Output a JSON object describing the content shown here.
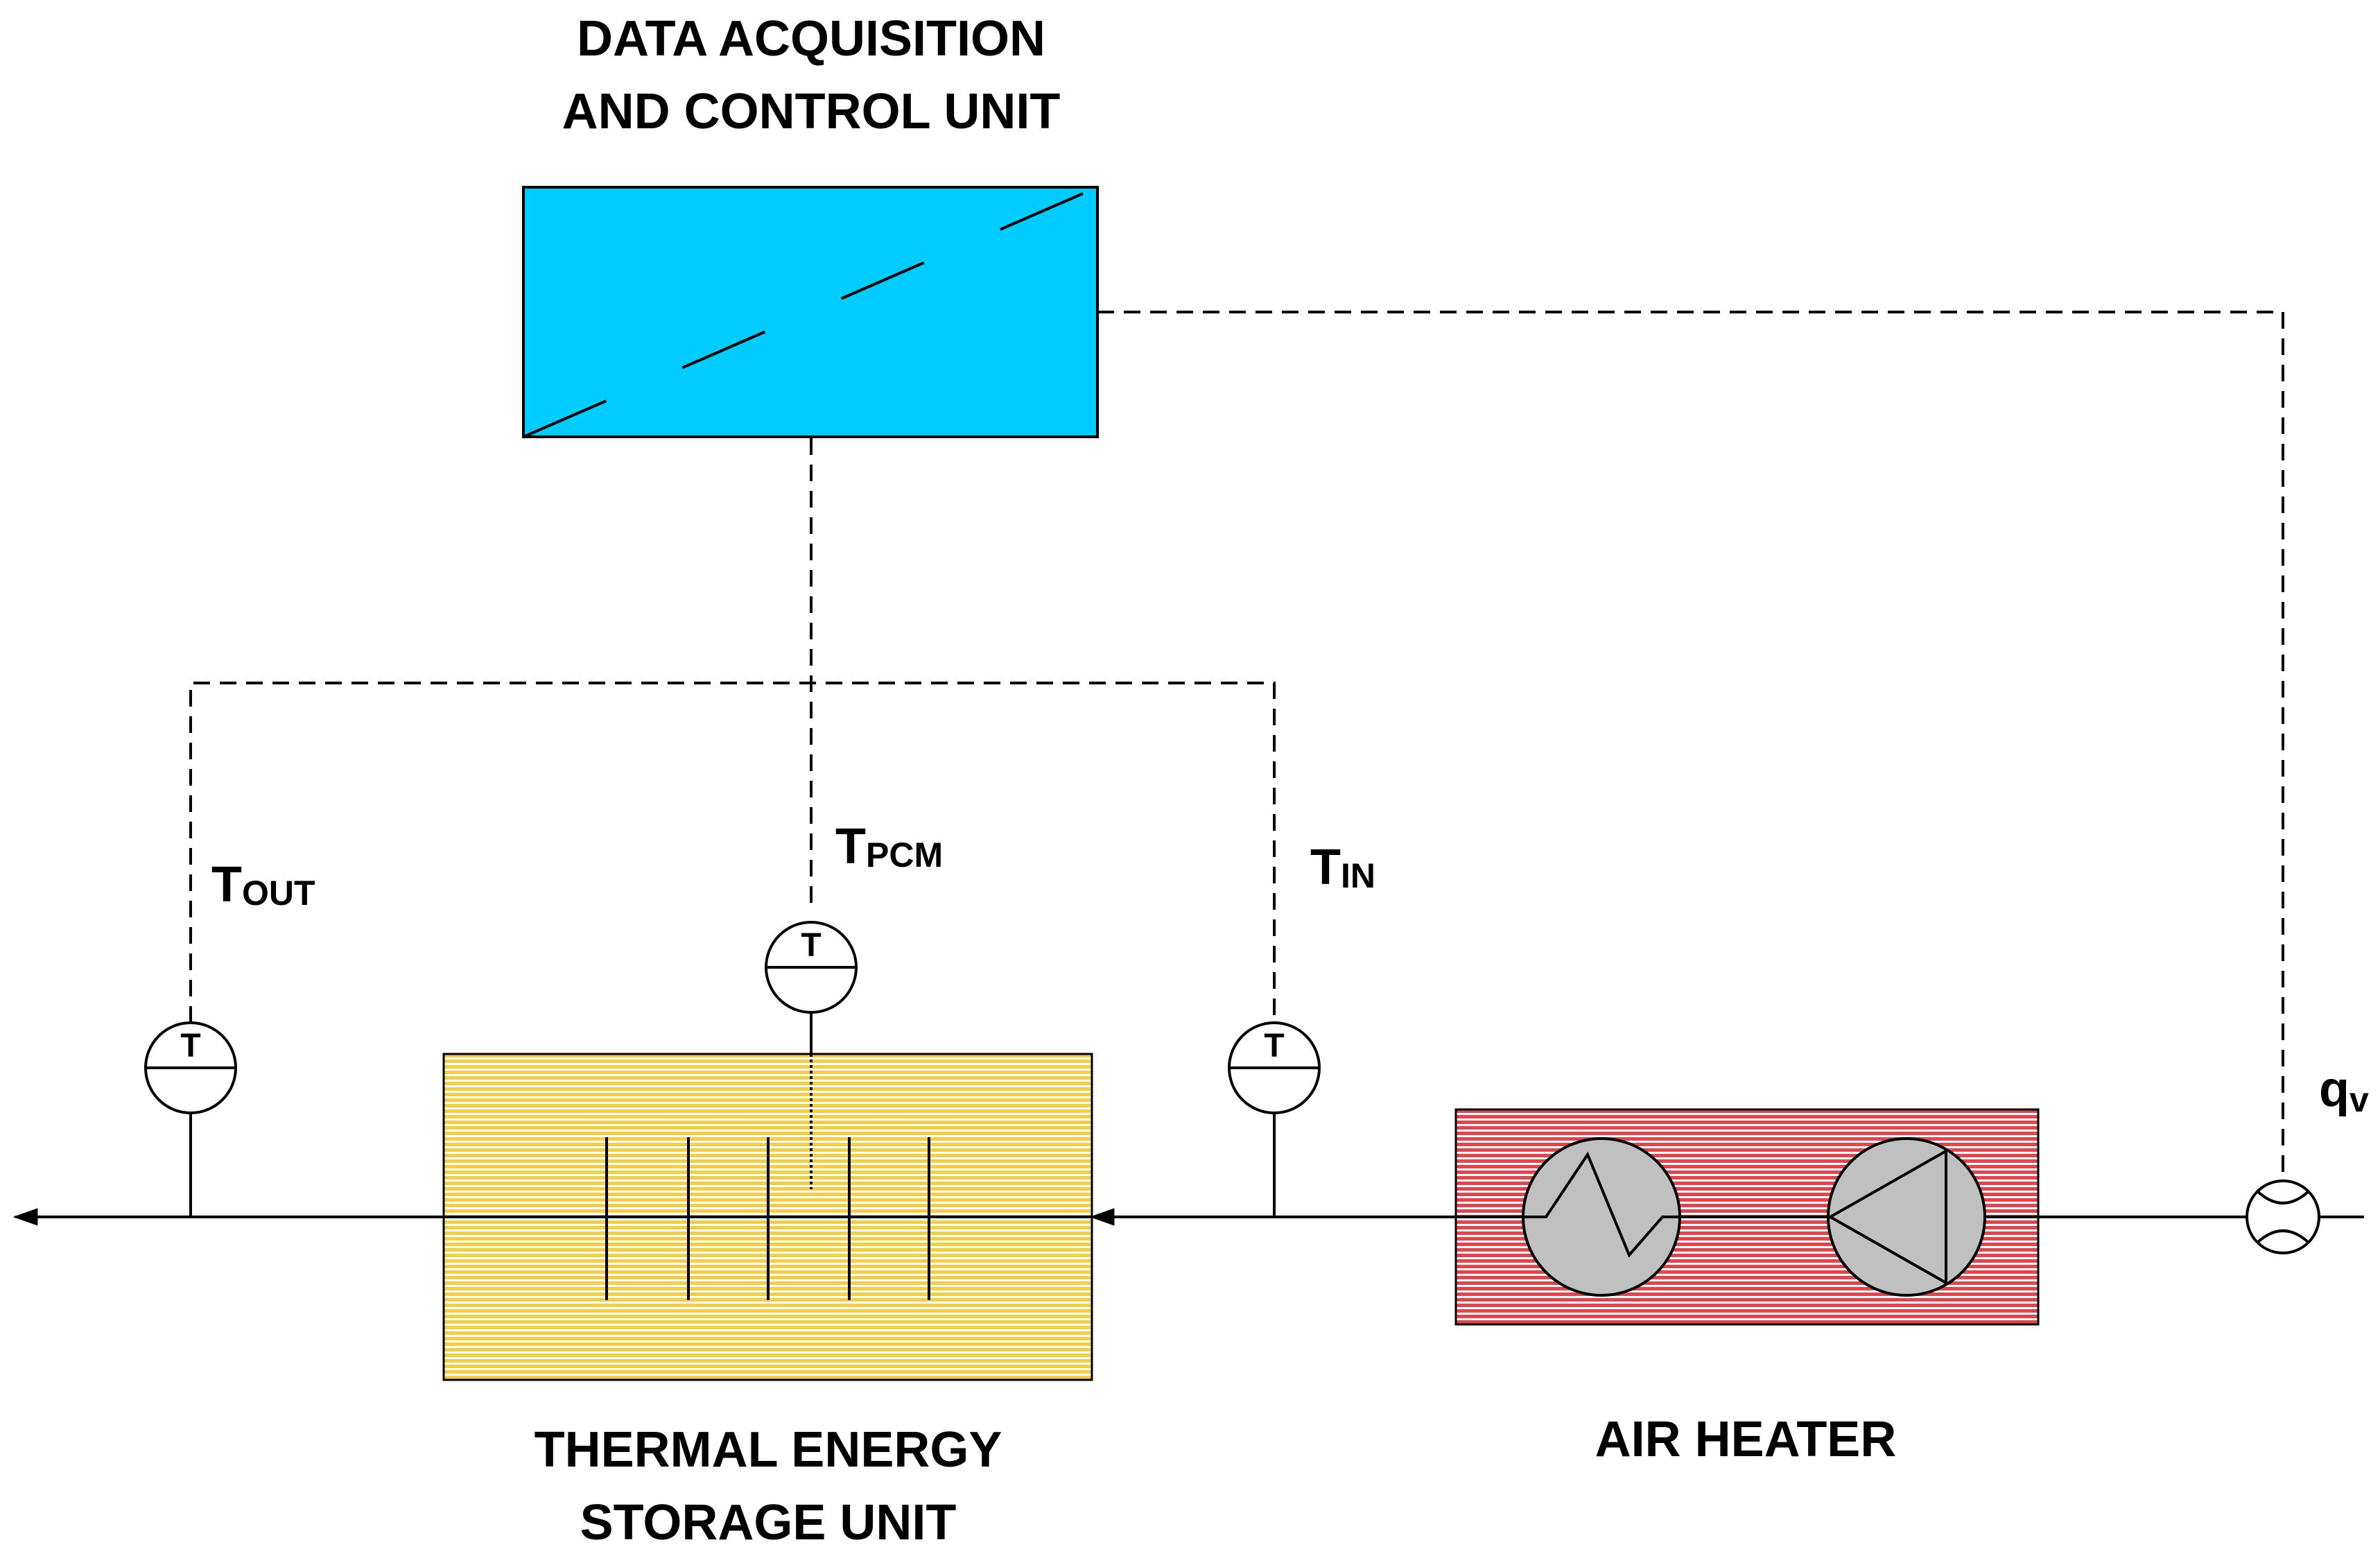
{
  "daq": {
    "title_line1": "DATA ACQUISITION",
    "title_line2": "AND CONTROL UNIT",
    "color": "#00CCFF"
  },
  "storage": {
    "label_line1": "THERMAL ENERGY",
    "label_line2": "STORAGE UNIT",
    "color": "#F5D450"
  },
  "heater": {
    "label": "AIR HEATER",
    "color": "#E8505A"
  },
  "sensors": {
    "t_out": {
      "symbol": "T",
      "label_main": "T",
      "label_sub": "OUT"
    },
    "t_pcm": {
      "symbol": "T",
      "label_main": "T",
      "label_sub": "PCM"
    },
    "t_in": {
      "symbol": "T",
      "label_main": "T",
      "label_sub": "IN"
    }
  },
  "flow_meter": {
    "label_main": "q",
    "label_sub": "v"
  },
  "icons": [
    "temperature-sensor-icon",
    "heat-exchanger-icon",
    "fan-icon",
    "flow-meter-icon",
    "arrow-icon"
  ]
}
